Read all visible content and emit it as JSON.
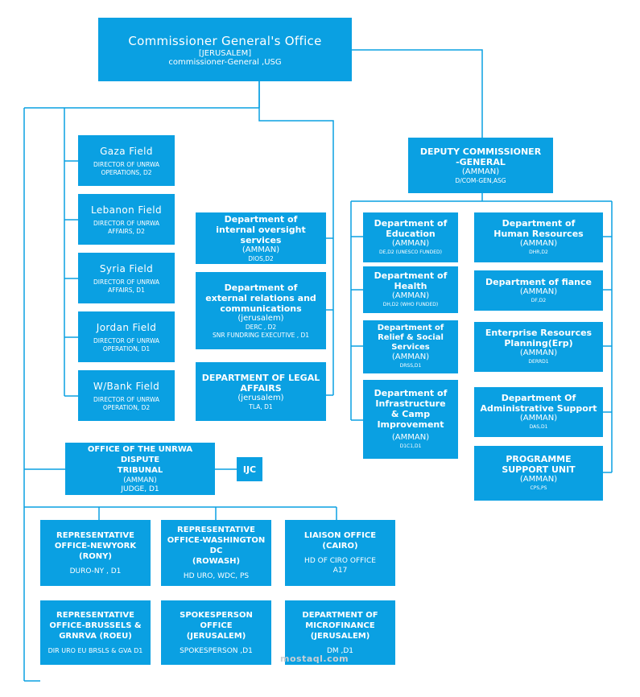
{
  "nodes": [
    {
      "id": "cgo",
      "title": "Commissioner General's Office",
      "loc": "[JERUSALEM]",
      "code": "commissioner-General ,USG"
    },
    {
      "id": "dcg",
      "title": "DEPUTY COMMISSIONER\n-GENERAL",
      "loc": "(AMMAN)",
      "code": "D/COM-GEN,ASG"
    },
    {
      "id": "gaza",
      "title": "Gaza Field",
      "loc": "",
      "code": "DIRECTOR OF UNRWA\nOPERATIONS, D2"
    },
    {
      "id": "lebanon",
      "title": "Lebanon Field",
      "loc": "",
      "code": "DIRECTOR OF UNRWA\nAFFAIRS, D2"
    },
    {
      "id": "syria",
      "title": "Syria Field",
      "loc": "",
      "code": "DIRECTOR OF UNRWA\nAFFAIRS, D1"
    },
    {
      "id": "jordan",
      "title": "Jordan Field",
      "loc": "",
      "code": "DIRECTOR OF UNRWA\nOPERATION, D1"
    },
    {
      "id": "wbank",
      "title": "W/Bank Field",
      "loc": "",
      "code": "DIRECTOR OF UNRWA\nOPERATION, D2"
    },
    {
      "id": "dios",
      "title": "Department of\ninternal oversight services",
      "loc": "(AMMAN)",
      "code": "DIOS,D2"
    },
    {
      "id": "derc",
      "title": "Department of\nexternal relations and\ncommunications",
      "loc": "(jerusalem)",
      "code": "DERC , D2\nSNR FUNDRING EXECUTIVE , D1"
    },
    {
      "id": "legal",
      "title": "DEPARTMENT OF LEGAL\nAFFAIRS",
      "loc": "(jerusalem)",
      "code": "TLA, D1"
    },
    {
      "id": "edu",
      "title": "Department of\nEducation",
      "loc": "(AMMAN)",
      "code": "DE,D2 (UNESCO FUNDED)"
    },
    {
      "id": "health",
      "title": "Department of\nHealth",
      "loc": "(AMMAN)",
      "code": "DH,D2 (WHO FUNDED)"
    },
    {
      "id": "relief",
      "title": "Department of\nRelief & Social\nServices",
      "loc": "(AMMAN)",
      "code": "DRSS,D1"
    },
    {
      "id": "infra",
      "title": "Department of\nInfrastructure\n& Camp\nImprovement",
      "loc": "(AMMAN)",
      "code": "D1C1,D1"
    },
    {
      "id": "hr",
      "title": "Department of\nHuman Resources",
      "loc": "(AMMAN)",
      "code": "DHR,D2"
    },
    {
      "id": "fin",
      "title": "Department of fiance",
      "loc": "(AMMAN)",
      "code": "DF,D2"
    },
    {
      "id": "erp",
      "title": "Enterprise Resources\nPlanning(Erp)",
      "loc": "(AMMAN)",
      "code": "DERRD1"
    },
    {
      "id": "das",
      "title": "Department Of\nAdministrative  Support",
      "loc": "(AMMAN)",
      "code": "DAS,D1"
    },
    {
      "id": "psu",
      "title": "PROGRAMME\nSUPPORT UNIT",
      "loc": "(AMMAN)",
      "code": "CPS,PS"
    },
    {
      "id": "tribunal",
      "title": "OFFICE OF THE UNRWA DISPUTE\nTRIBUNAL",
      "loc": "(AMMAN)",
      "code": "JUDGE, D1"
    },
    {
      "id": "ijc",
      "title": "IJC",
      "loc": "",
      "code": ""
    },
    {
      "id": "rony",
      "title": "REPRESENTATIVE\nOFFICE-NEWYORK\n(RONY)",
      "loc": "",
      "code": "DURO-NY , D1"
    },
    {
      "id": "rowash",
      "title": "REPRESENTATIVE\nOFFICE-WASHINGTON DC\n(ROWASH)",
      "loc": "",
      "code": "HD URO, WDC, PS"
    },
    {
      "id": "cairo",
      "title": "LIAISON OFFICE\n(CAIRO)",
      "loc": "",
      "code": "HD OF CIRO OFFICE\nA17"
    },
    {
      "id": "roeu",
      "title": "REPRESENTATIVE\nOFFICE-BRUSSELS &\nGRNRVA (ROEU)",
      "loc": "",
      "code": "DIR URO EU BRSLS & GVA D1"
    },
    {
      "id": "spokes",
      "title": "SPOKESPERSON OFFICE\n(JERUSALEM)",
      "loc": "",
      "code": "SPOKESPERSON ,D1"
    },
    {
      "id": "micro",
      "title": "DEPARTMENT OF\nMICROFINANCE\n(JERUSALEM)",
      "loc": "",
      "code": "DM ,D1"
    }
  ],
  "watermark": "mostaql.com",
  "colors": {
    "box": "#0aa0e2",
    "line": "#0aa0e2",
    "text": "#ffffff",
    "background": "#ffffff"
  }
}
